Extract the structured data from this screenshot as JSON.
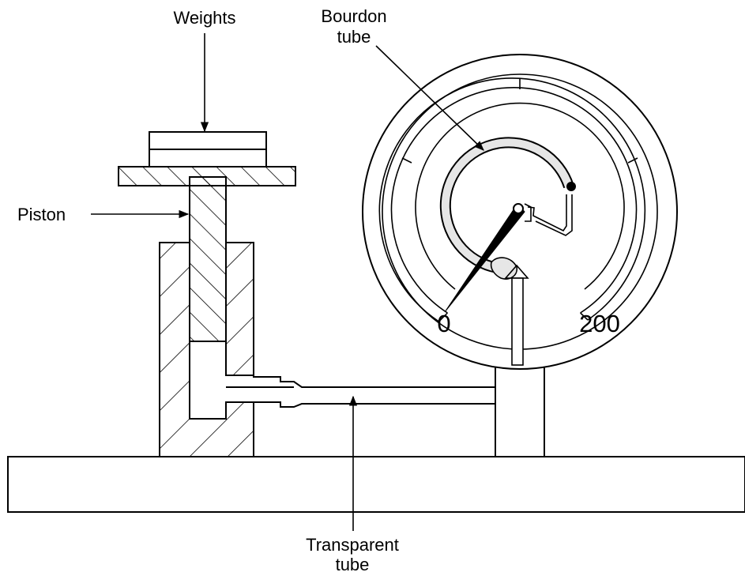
{
  "labels": {
    "weights": "Weights",
    "bourdon_line1": "Bourdon",
    "bourdon_line2": "tube",
    "piston": "Piston",
    "transparent_line1": "Transparent",
    "transparent_line2": "tube"
  },
  "gauge": {
    "scale_min": "0",
    "scale_max": "200"
  },
  "colors": {
    "ink": "#000000",
    "paper": "#ffffff",
    "tube_fill": "#e6e6e6"
  }
}
